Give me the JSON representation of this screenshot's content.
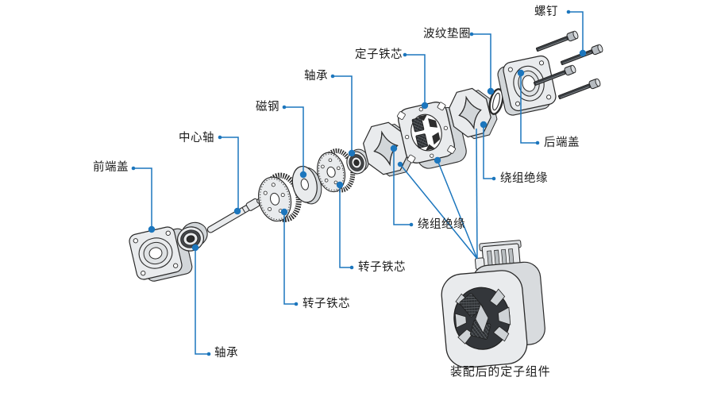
{
  "diagram": {
    "type": "exploded-view-motor-assembly",
    "background": "#ffffff",
    "colors": {
      "accent": "#1c76bd",
      "outline": "#2a2a2a",
      "part_fill": "#e9ebed",
      "part_shadow": "#d2d6d9",
      "text": "#1c1c1c"
    },
    "labels": {
      "screw": "螺钉",
      "wave_washer": "波纹垫圈",
      "stator_core": "定子铁芯",
      "bearing_top": "轴承",
      "magnet": "磁钢",
      "center_shaft": "中心轴",
      "front_end_cover": "前端盖",
      "rear_end_cover": "后端盖",
      "winding_insulation_right": "绕组绝缘",
      "winding_insulation_left": "绕组绝缘",
      "rotor_core_upper": "转子铁芯",
      "rotor_core_lower": "转子铁芯",
      "bearing_bottom": "轴承",
      "assembled_stator_caption": "装配后的定子组件"
    }
  }
}
